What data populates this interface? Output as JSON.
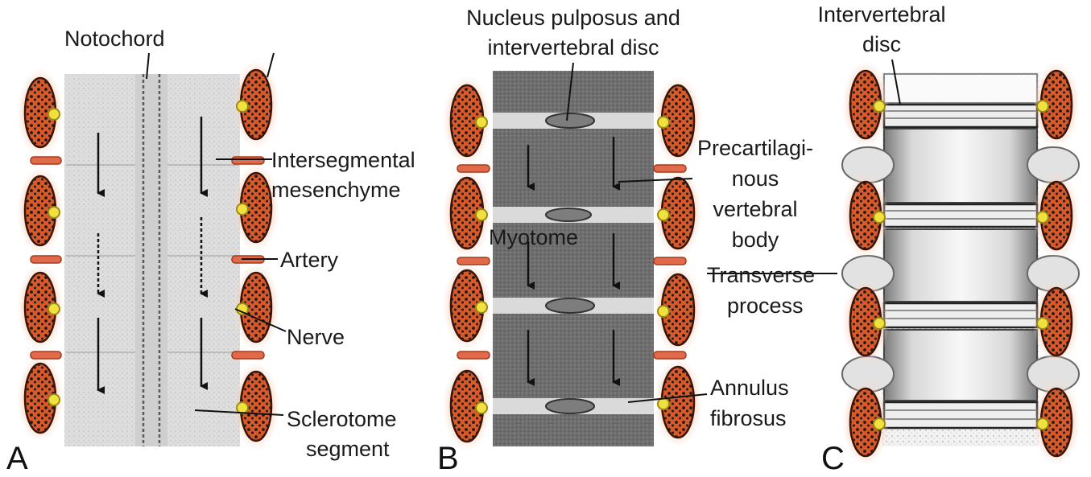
{
  "panels": [
    {
      "letter": "A",
      "labels": {
        "notochord": "Notochord",
        "intersegmental_1": "Intersegmental",
        "intersegmental_2": "mesenchyme",
        "artery": "Artery",
        "nerve": "Nerve",
        "sclerotome_1": "Sclerotome",
        "sclerotome_2": "segment"
      }
    },
    {
      "letter": "B",
      "labels": {
        "nucleus_1": "Nucleus pulposus and",
        "nucleus_2": "intervertebral disc",
        "myotome": "Myotome",
        "precart_1": "Precartilagi-",
        "precart_2": "nous",
        "precart_3": "vertebral",
        "precart_4": "body",
        "transverse_1": "Transverse",
        "transverse_2": "process",
        "annulus_1": "Annulus",
        "annulus_2": "fibrosus"
      }
    },
    {
      "letter": "C",
      "labels": {
        "disc_1": "Intervertebral",
        "disc_2": "disc"
      }
    }
  ],
  "colors": {
    "muscle": "#c8501e",
    "muscle_glow": "#f6c7a8",
    "ganglion": "#f0e040",
    "vessel": "#e06a4a",
    "panel_a_bg": "#dcdcdc",
    "panel_b_bg": "#6e6e6e",
    "panel_c_bg": "#f4f4f4"
  }
}
